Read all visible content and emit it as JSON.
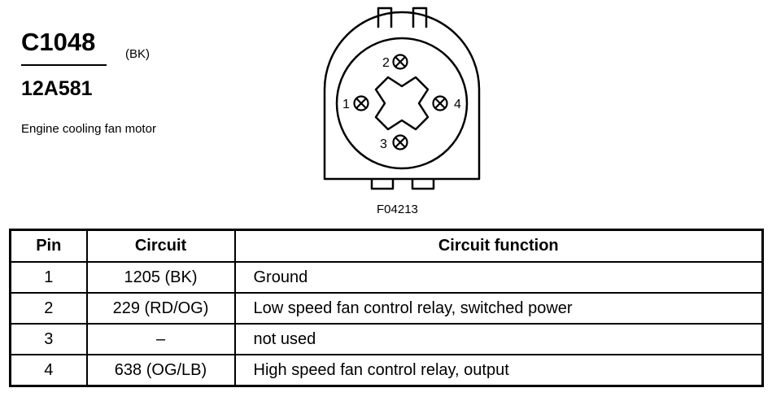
{
  "connector": {
    "id": "C1048",
    "color": "(BK)",
    "part_number": "12A581",
    "description": "Engine cooling fan motor"
  },
  "figure": {
    "code": "F04213",
    "pins": [
      {
        "number": "1"
      },
      {
        "number": "2"
      },
      {
        "number": "3"
      },
      {
        "number": "4"
      }
    ]
  },
  "table": {
    "headers": {
      "pin": "Pin",
      "circuit": "Circuit",
      "function": "Circuit function"
    },
    "rows": [
      {
        "pin": "1",
        "circuit": "1205 (BK)",
        "function": "Ground"
      },
      {
        "pin": "2",
        "circuit": "229 (RD/OG)",
        "function": "Low speed fan control relay, switched power"
      },
      {
        "pin": "3",
        "circuit": "–",
        "function": "not used"
      },
      {
        "pin": "4",
        "circuit": "638 (OG/LB)",
        "function": "High speed fan control relay, output"
      }
    ]
  }
}
